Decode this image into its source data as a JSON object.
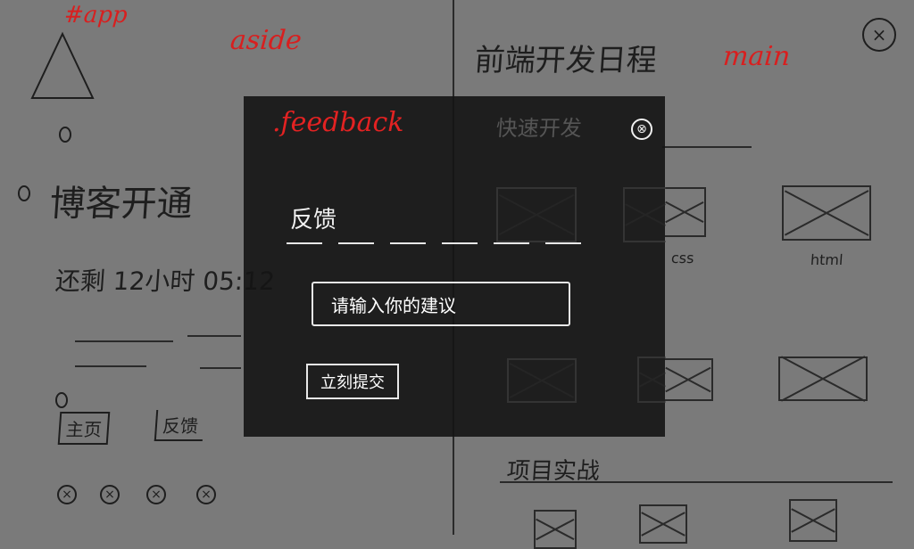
{
  "labels": {
    "app": "#app",
    "aside": "aside",
    "main": "main",
    "feedback": ".feedback"
  },
  "aside": {
    "title": "博客开通",
    "subtitle": "还剩 12小时 05:12",
    "nav": [
      "主页",
      "反馈"
    ]
  },
  "main": {
    "title": "前端开发日程",
    "section1": "快速开发",
    "boxes_row1": [
      "",
      "css",
      "html"
    ],
    "caption_html": "html",
    "caption_css": "css",
    "section2": "项目实战"
  },
  "modal": {
    "heading": "反馈",
    "input_placeholder": "请输入你的建议",
    "submit": "立刻提交",
    "close_symbol": "⊗"
  },
  "colors": {
    "background": "#7a7a7a",
    "modal": "#141414",
    "annotation_red": "#d81f1f",
    "ink": "#1e1e1e"
  }
}
